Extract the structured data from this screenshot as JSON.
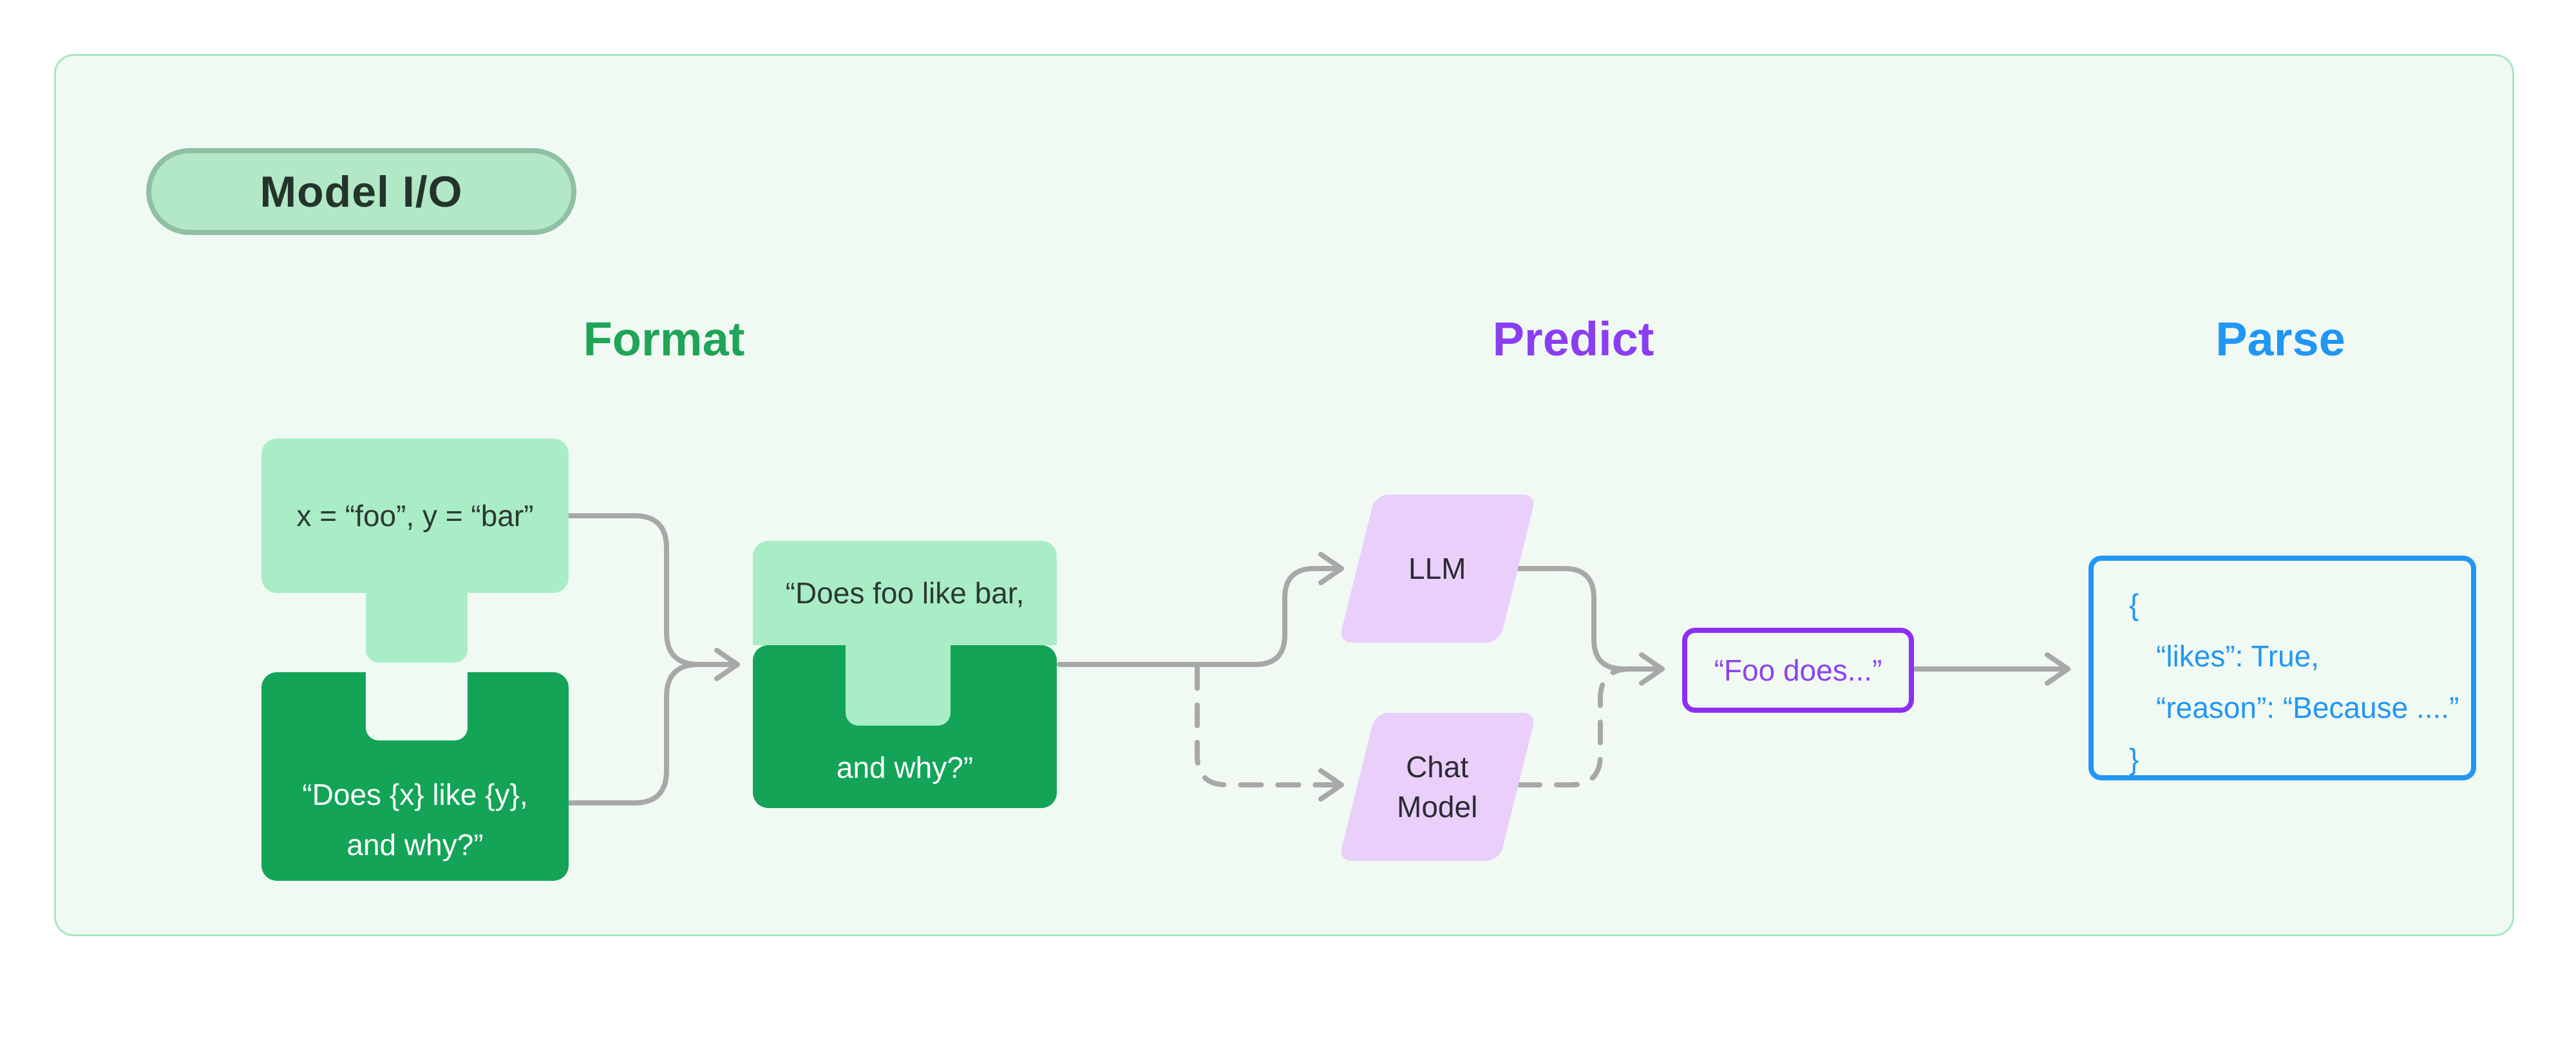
{
  "badge": {
    "label": "Model I/O"
  },
  "sections": [
    {
      "label": "Format",
      "color": "#20a458"
    },
    {
      "label": "Predict",
      "color": "#8b3df2"
    },
    {
      "label": "Parse",
      "color": "#2196f3"
    }
  ],
  "nodes": {
    "input_values": {
      "text": "x = “foo”, y = “bar”"
    },
    "prompt_template": {
      "line1": "“Does {x} like {y},",
      "line2": "and why?”"
    },
    "formatted_prompt": {
      "line1": "“Does foo like bar,",
      "line2": "and why?”"
    },
    "llm": {
      "label": "LLM"
    },
    "chat_model": {
      "line1": "Chat",
      "line2": "Model"
    },
    "completion": {
      "text": "“Foo does...”"
    },
    "parsed_output": {
      "lines": [
        "{",
        "“likes”: True,",
        "“reason”: “Because ....”",
        "}"
      ]
    }
  },
  "colors": {
    "container_bg": "#f0faf3",
    "container_border": "#a7e6c1",
    "badge_bg": "#b2e8c6",
    "badge_border": "#8fc0a4",
    "light_green": "#a9edc6",
    "dark_green": "#13a457",
    "format_green": "#20a458",
    "predict_purple": "#8b3df2",
    "parse_blue": "#2196f3",
    "model_lavender": "#e9cffa",
    "completion_border_purple": "#8d2ff2",
    "connector_gray": "#a8a8a8"
  }
}
